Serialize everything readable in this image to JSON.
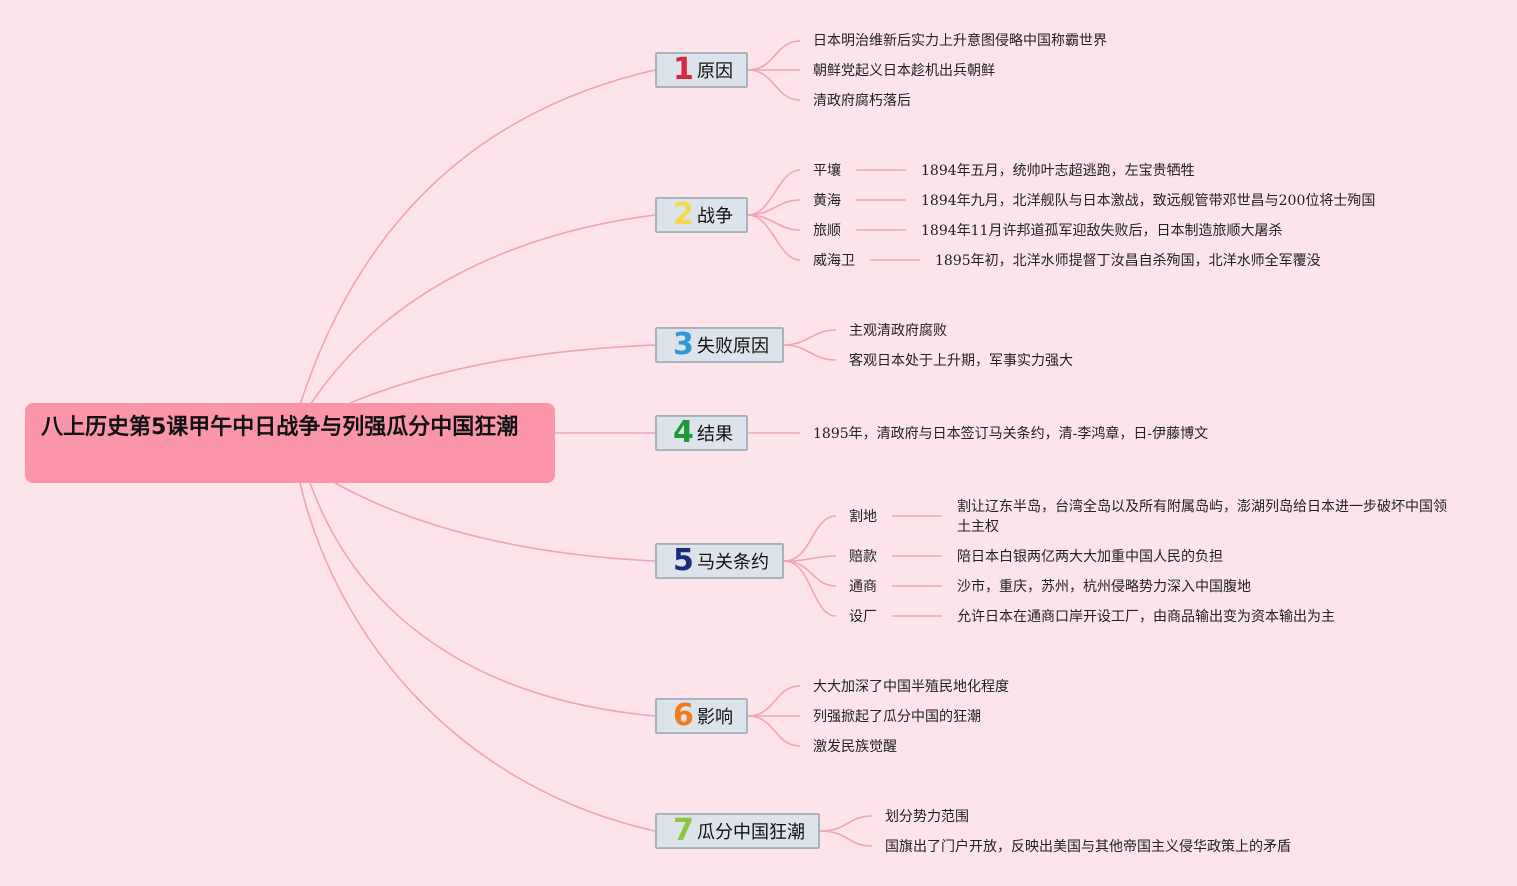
{
  "root": {
    "title": "八上历史第5课甲午中日战争与列强瓜分中国狂潮"
  },
  "colors": {
    "background": "#fde4ea",
    "root_fill": "#fb95aa",
    "connector": "#f4a3b8"
  },
  "branches": [
    {
      "number": "1",
      "label": "原因",
      "number_color": "#d7263d",
      "leaves": [
        "日本明治维新后实力上升意图侵略中国称霸世界",
        "朝鲜党起义日本趁机出兵朝鲜",
        "清政府腐朽落后"
      ]
    },
    {
      "number": "2",
      "label": "战争",
      "number_color": "#f3d94b",
      "items": [
        {
          "name": "平壤",
          "desc": "1894年五月，统帅叶志超逃跑，左宝贵牺牲"
        },
        {
          "name": "黄海",
          "desc": "1894年九月，北洋舰队与日本激战，致远舰管带邓世昌与200位将士殉国"
        },
        {
          "name": "旅顺",
          "desc": "1894年11月许邦道孤军迎敌失败后，日本制造旅顺大屠杀"
        },
        {
          "name": "威海卫",
          "desc": "1895年初，北洋水师提督丁汝昌自杀殉国，北洋水师全军覆没"
        }
      ]
    },
    {
      "number": "3",
      "label": "失败原因",
      "number_color": "#2d9ad6",
      "leaves": [
        "主观清政府腐败",
        "客观日本处于上升期，军事实力强大"
      ]
    },
    {
      "number": "4",
      "label": "结果",
      "number_color": "#1f9a3a",
      "leaves": [
        "1895年，清政府与日本签订马关条约，清-李鸿章，日-伊藤博文"
      ]
    },
    {
      "number": "5",
      "label": "马关条约",
      "number_color": "#1b2a7a",
      "items": [
        {
          "name": "割地",
          "desc": "割让辽东半岛，台湾全岛以及所有附属岛屿，澎湖列岛给日本进一步破坏中国领土主权"
        },
        {
          "name": "赔款",
          "desc": "陪日本白银两亿两大大加重中国人民的负担"
        },
        {
          "name": "通商",
          "desc": "沙市，重庆，苏州，杭州侵略势力深入中国腹地"
        },
        {
          "name": "设厂",
          "desc": "允许日本在通商口岸开设工厂，由商品输出变为资本输出为主"
        }
      ]
    },
    {
      "number": "6",
      "label": "影响",
      "number_color": "#f47a20",
      "leaves": [
        "大大加深了中国半殖民地化程度",
        "列强掀起了瓜分中国的狂潮",
        "激发民族觉醒"
      ]
    },
    {
      "number": "7",
      "label": "瓜分中国狂潮",
      "number_color": "#8cc63f",
      "leaves": [
        "划分势力范围",
        "国旗出了门户开放，反映出美国与其他帝国主义侵华政策上的矛盾"
      ]
    }
  ]
}
